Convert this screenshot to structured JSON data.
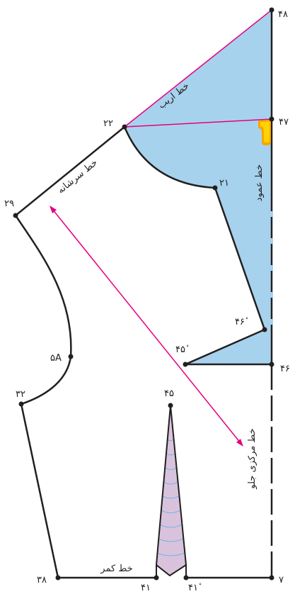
{
  "colors": {
    "outline": "#231f20",
    "fill_blue": "#a7d2ee",
    "dart_fill": "#d9c3dc",
    "dart_stripes": "#5ab0e6",
    "magenta": "#e6007e",
    "orange": "#f7a600",
    "orange_inner": "#ffd400"
  },
  "point_labels": {
    "p48": "۴۸",
    "p47": "۴۷",
    "p22": "۲۲",
    "p21": "۲۱",
    "p29": "۲۹",
    "p46p": "۴۶ٔ",
    "p45p": "۴۵ٔ",
    "p46": "۴۶",
    "p5a": "۵A",
    "p32": "۳۲",
    "p45": "۴۵",
    "p38": "۳۸",
    "p41": "۴۱",
    "p41p": "۴۱ٔ",
    "p7": "۷"
  },
  "line_labels": {
    "bias": "خط اریب",
    "shoulder": "خط سرشانه",
    "vertical": "خط عمود",
    "center_front": "خط مرکزی جلو",
    "waist": "خط کمر"
  }
}
